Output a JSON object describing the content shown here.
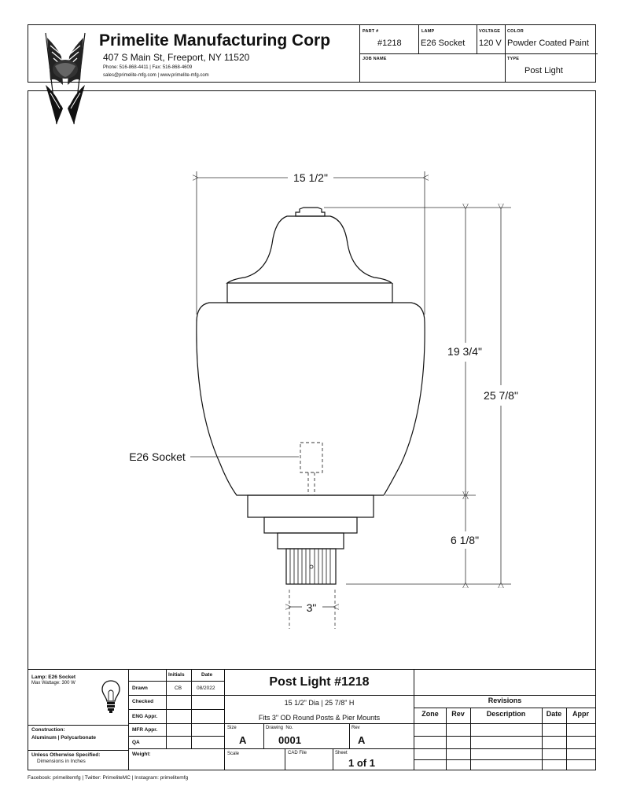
{
  "company": {
    "name": "Primelite Manufacturing Corp",
    "address": "407 S Main St, Freeport, NY 11520",
    "phone_fax": "Phone: 516-868-4411 | Fax: 516-868-4609",
    "email_web": "sales@primelite-mfg.com | www.primelite-mfg.com"
  },
  "header": {
    "part_label": "PART #",
    "part_value": "#1218",
    "lamp_label": "LAMP",
    "lamp_value": "E26 Socket",
    "voltage_label": "VOLTAGE",
    "voltage_value": "120 V",
    "color_label": "COLOR",
    "color_value": "Powder Coated Paint",
    "job_label": "JOB NAME",
    "job_value": "",
    "type_label": "TYPE",
    "type_value": "Post Light"
  },
  "drawing": {
    "dim_width": "15 1/2\"",
    "dim_globe_height": "19 3/4\"",
    "dim_total_height": "25 7/8\"",
    "dim_base_height": "6 1/8\"",
    "dim_fitter": "3\"",
    "socket_label": "E26 Socket"
  },
  "titleblock": {
    "lamp_title": "Lamp: E26 Socket",
    "max_wattage": "Max Wattage: 300 W",
    "initials_header": "Initials",
    "date_header": "Date",
    "drawn_label": "Drawn",
    "drawn_initials": "CB",
    "drawn_date": "08/2022",
    "checked_label": "Checked",
    "eng_label": "ENG Appr.",
    "mfr_label": "MFR Appr.",
    "qa_label": "QA",
    "weight_label": "Weight:",
    "construction_label": "Construction:",
    "construction_value": "Aluminum | Polycarbonate",
    "unless_label": "Unless Otherwise Specified:",
    "unless_value": "Dimensions in Inches",
    "title": "Post Light #1218",
    "subtitle1": "15 1/2\" Dia | 25 7/8\" H",
    "subtitle2": "Fits 3\" OD Round Posts & Pier Mounts",
    "size_label": "Size",
    "size_value": "A",
    "drawing_no_label": "Drawing  No.",
    "drawing_no_value": "0001",
    "rev_label": "Rev",
    "rev_value": "A",
    "scale_label": "Scale",
    "cad_label": "CAD File",
    "sheet_label": "Sheet",
    "sheet_value": "1 of 1",
    "revisions_title": "Revisions",
    "rev_columns": [
      "Zone",
      "Rev",
      "Description",
      "Date",
      "Appr"
    ]
  },
  "footer": {
    "social": "Facebook: primelitemfg | Twitter: PrimeliteMC | Instagram: primelitemfg"
  }
}
